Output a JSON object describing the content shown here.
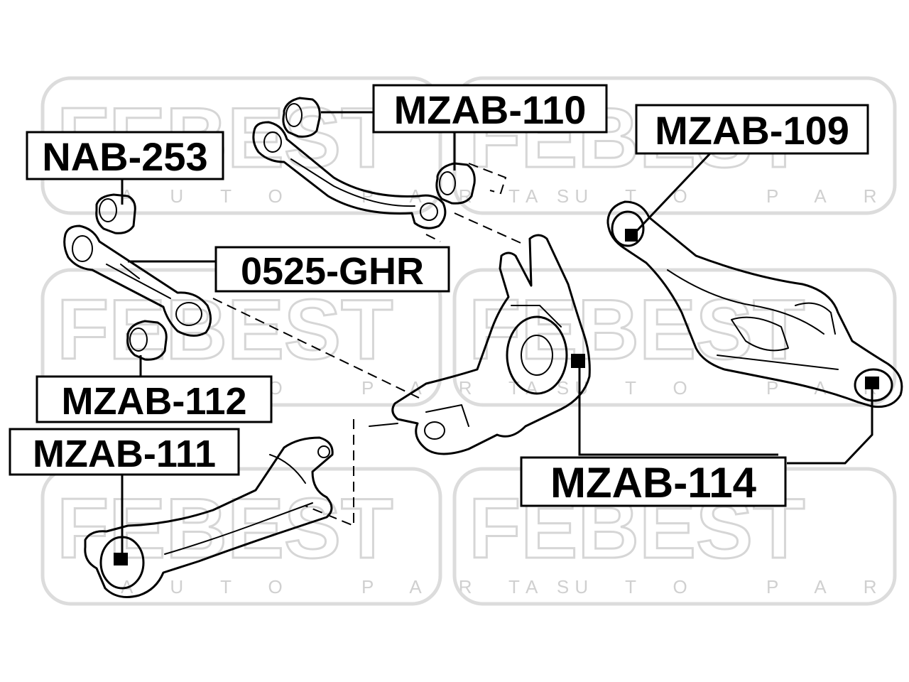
{
  "watermark": {
    "brand": "FEBEST",
    "sub": "AUTO PARTS"
  },
  "labels": {
    "mzab110": "MZAB-110",
    "mzab109": "MZAB-109",
    "nab253": "NAB-253",
    "ghr0525": "0525-GHR",
    "mzab112": "MZAB-112",
    "mzab111": "MZAB-111",
    "mzab114": "MZAB-114"
  }
}
